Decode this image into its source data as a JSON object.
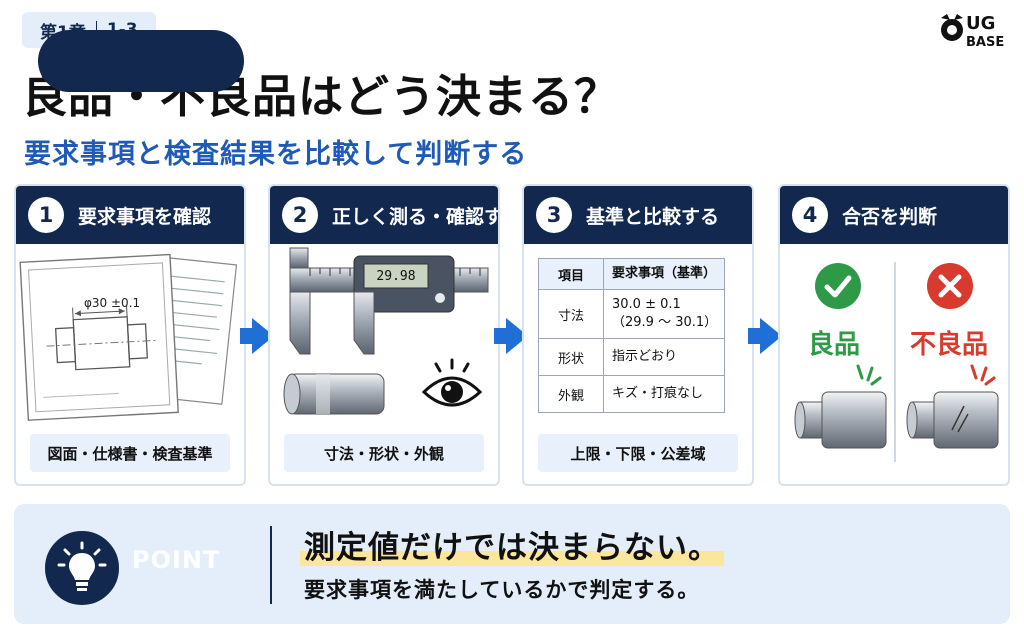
{
  "header": {
    "chapter": "第1章",
    "section": "1-3",
    "logo_line1": "UG",
    "logo_line2": "BASE",
    "title": "良品・不良品はどう決まる？",
    "subtitle": "要求事項と検査結果を比較して判断する"
  },
  "steps": [
    {
      "number": "1",
      "title": "要求事項を確認",
      "caption": "図面・仕様書・検査基準",
      "drawing_dim": "φ30 ±0.1"
    },
    {
      "number": "2",
      "title": "正しく測る・確認する",
      "caption": "寸法・形状・外観",
      "display_value": "29.98"
    },
    {
      "number": "3",
      "title": "基準と比較する",
      "caption": "上限・下限・公差域",
      "table": {
        "headers": [
          "項目",
          "要求事項（基準）"
        ],
        "rows": [
          {
            "item": "寸法",
            "line1": "30.0 ± 0.1",
            "line2": "（29.9 ～ 30.1）"
          },
          {
            "item": "形状",
            "line1": "指示どおり",
            "line2": ""
          },
          {
            "item": "外観",
            "line1": "キズ・打痕なし",
            "line2": ""
          }
        ]
      }
    },
    {
      "number": "4",
      "title": "合否を判断",
      "good_label": "良品",
      "bad_label": "不良品"
    }
  ],
  "point": {
    "label": "POINT",
    "main": "測定値だけでは決まらない。",
    "sub": "要求事項を満たしているかで判定する。"
  },
  "colors": {
    "navy": "#13284f",
    "blue": "#1f5bb5",
    "arrow_blue": "#1f6fd6",
    "good_green": "#2e9a48",
    "bad_red": "#d83a2e",
    "highlight_yellow": "#fbe79a"
  },
  "icons": [
    "check-circle-icon",
    "cross-circle-icon",
    "eye-icon",
    "light-bulb-icon",
    "arrow-right-icon"
  ]
}
